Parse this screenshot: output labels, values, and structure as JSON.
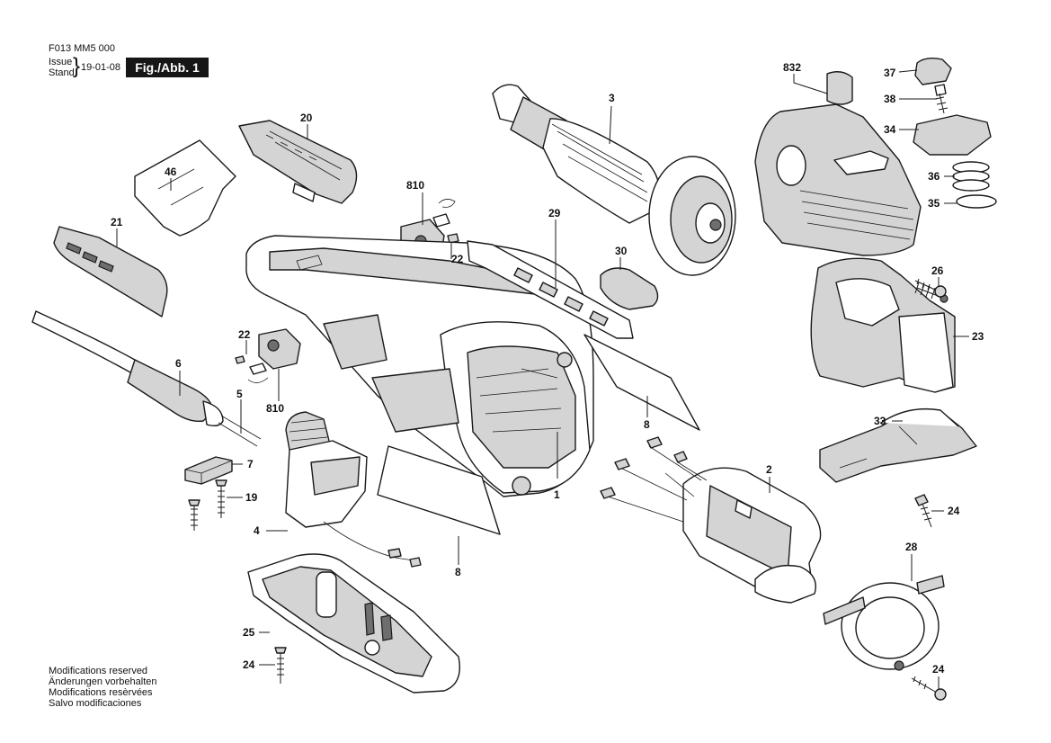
{
  "header": {
    "part_number": "F013 MM5 000",
    "issue_line1": "Issue",
    "issue_line2": "Stand",
    "date": "19-01-08",
    "figure_label": "Fig./Abb. 1"
  },
  "notes": [
    "Modifications reserved",
    "Änderungen vorbehalten",
    "Modifications resèrvées",
    "Salvo modificaciones"
  ],
  "callouts": {
    "c832": "832",
    "c37": "37",
    "c38": "38",
    "c34": "34",
    "c36": "36",
    "c35": "35",
    "c3": "3",
    "c20": "20",
    "c46": "46",
    "c21": "21",
    "c810a": "810",
    "c22a": "22",
    "c29": "29",
    "c30": "30",
    "c26": "26",
    "c23": "23",
    "c22b": "22",
    "c810b": "810",
    "c6": "6",
    "c5": "5",
    "c7": "7",
    "c19": "19",
    "c4": "4",
    "c1": "1",
    "c8a": "8",
    "c8b": "8",
    "c2": "2",
    "c33": "33",
    "c24a": "24",
    "c28": "28",
    "c25": "25",
    "c24b": "24",
    "c24c": "24"
  }
}
